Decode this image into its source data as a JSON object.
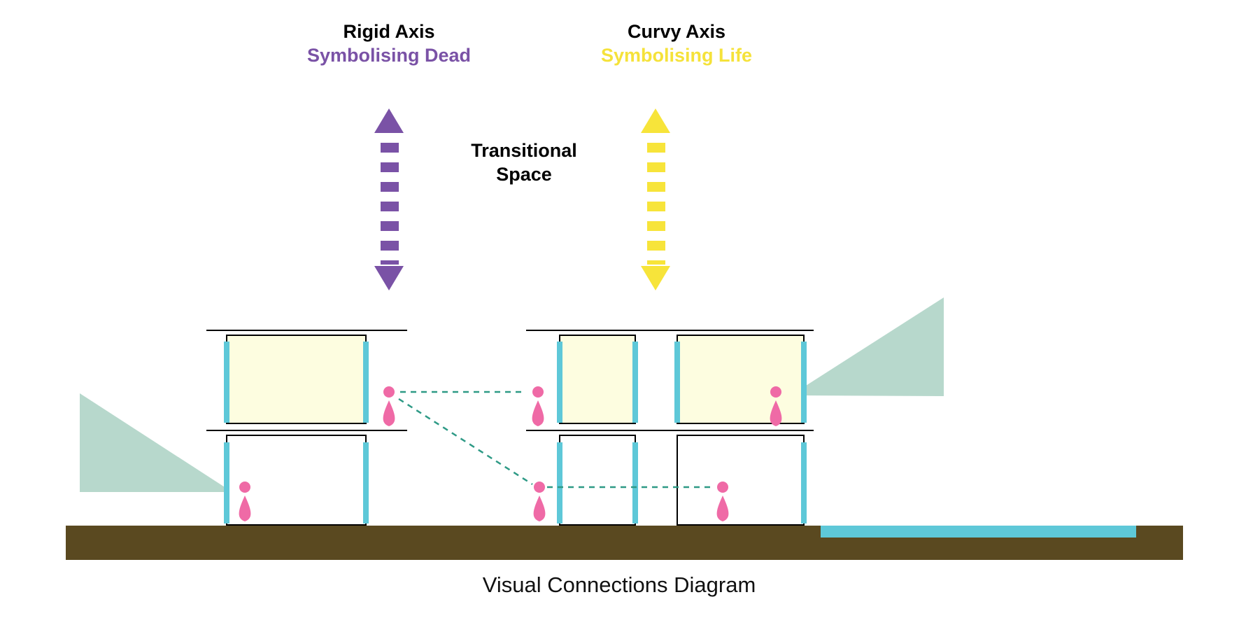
{
  "headers": {
    "rigid": {
      "title": "Rigid Axis",
      "subtitle": "Symbolising Dead",
      "color": "#7a52a6"
    },
    "curvy": {
      "title": "Curvy Axis",
      "subtitle": "Symbolising Life",
      "color": "#f5e23a"
    }
  },
  "transitional_space": {
    "line1": "Transitional",
    "line2": "Space"
  },
  "caption": "Visual Connections Diagram",
  "colors": {
    "rigid_axis": "#7a52a6",
    "curvy_axis": "#f7e43a",
    "room_fill": "#fdfde0",
    "window": "#5ec8d8",
    "person": "#ef6aa6",
    "sightline": "#2e9a86",
    "view_cone": "#b7d8cc",
    "ground": "#5a4920",
    "water": "#5ec8d8"
  }
}
